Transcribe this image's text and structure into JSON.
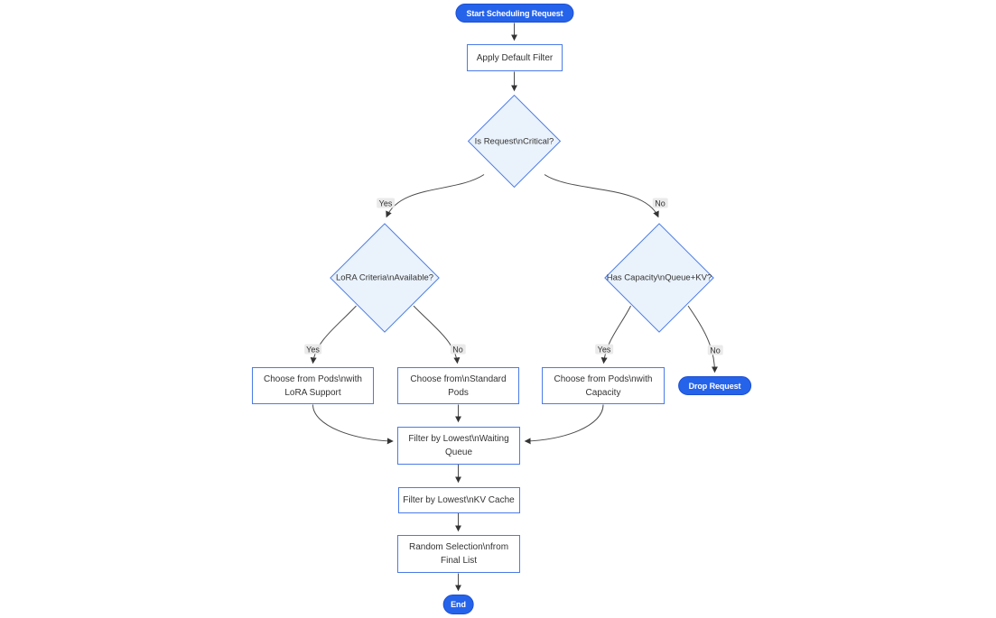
{
  "diagram": {
    "type": "flowchart",
    "nodes": {
      "start": {
        "label": "Start Scheduling Request"
      },
      "apply_default_filter": {
        "label": "Apply Default Filter"
      },
      "is_request_critical": {
        "label": "Is Request\\nCritical?"
      },
      "lora_criteria_available": {
        "label": "LoRA Criteria\\nAvailable?"
      },
      "has_capacity_queue_kv": {
        "label": "Has Capacity\\nQueue+KV?"
      },
      "choose_pods_with_lora": {
        "label": "Choose from Pods\\nwith LoRA Support"
      },
      "choose_standard_pods": {
        "label": "Choose from\\nStandard Pods"
      },
      "choose_pods_with_capacity": {
        "label": "Choose from Pods\\nwith Capacity"
      },
      "drop_request": {
        "label": "Drop Request"
      },
      "filter_waiting_queue": {
        "label": "Filter by Lowest\\nWaiting Queue"
      },
      "filter_kv_cache": {
        "label": "Filter by Lowest\\nKV Cache"
      },
      "random_selection": {
        "label": "Random Selection\\nfrom Final List"
      },
      "end": {
        "label": "End"
      }
    },
    "edge_labels": {
      "critical_yes": "Yes",
      "critical_no": "No",
      "lora_yes": "Yes",
      "lora_no": "No",
      "capacity_yes": "Yes",
      "capacity_no": "No"
    },
    "colors": {
      "pill_fill": "#2563eb",
      "node_border": "#4b7be8",
      "diamond_fill": "#eaf2fb",
      "rect_fill": "#ffffff",
      "edge_line": "#4a4a4a",
      "text": "#333333",
      "edge_label_bg": "#e8e8e8"
    }
  }
}
